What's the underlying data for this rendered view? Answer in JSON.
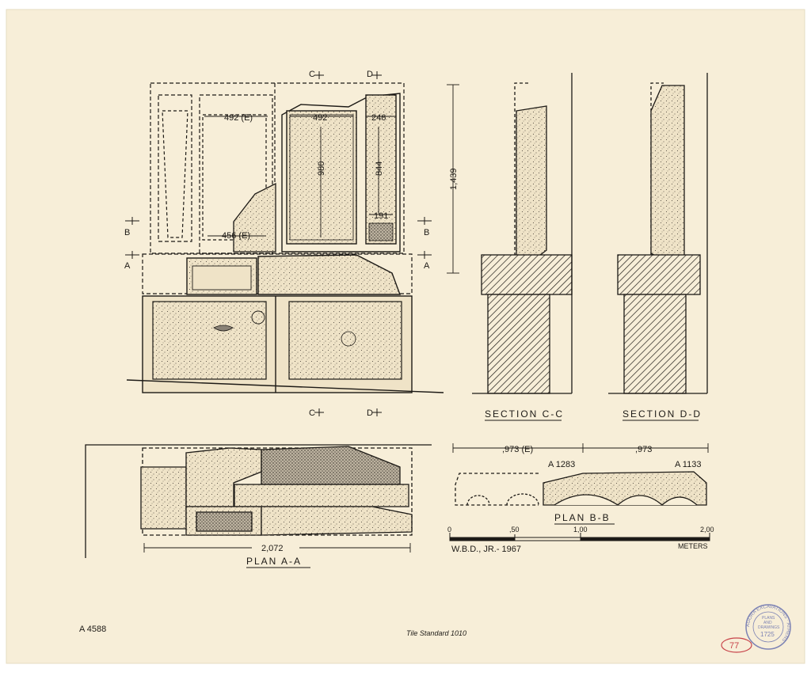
{
  "colors": {
    "paper": "#f7eed8",
    "ink": "#1d1a16",
    "stamp": "#7d83b4",
    "red_mark": "#c8444a",
    "pencil": "#b9b2a4"
  },
  "elevation": {
    "dims": {
      "w1": "492 (E)",
      "w2": "492",
      "w3": "246",
      "h1": "980",
      "h2": "844",
      "h_total": "1,439",
      "w4": "191",
      "w5": "456 (E)"
    },
    "markers": {
      "c": "C",
      "d": "D",
      "b_left": "B",
      "b_right": "B",
      "a_left": "A",
      "a_right": "A"
    }
  },
  "sections": {
    "cc_title": "SECTION C-C",
    "dd_title": "SECTION D-D"
  },
  "plan_aa": {
    "dim": "2,072",
    "title": "PLAN A-A"
  },
  "plan_bb": {
    "dim_left": ",973 (E)",
    "dim_right": ",973",
    "inv_left": "A 1283",
    "inv_right": "A 1133",
    "title": "PLAN B-B"
  },
  "scale_bar": {
    "ticks": [
      "0",
      ",50",
      "1,00",
      "2,00"
    ],
    "unit": "METERS"
  },
  "credit": "W.B.D., JR.- 1967",
  "sheet_id": "A 4588",
  "pencil_note": "Tile Standard 1010",
  "stamp": {
    "ring": "AGORA EXCAVATIONS · ATHENS ·",
    "line1": "PLANS",
    "line2": "AND",
    "line3": "DRAWINGS",
    "number": "1725"
  },
  "red_mark": "77"
}
